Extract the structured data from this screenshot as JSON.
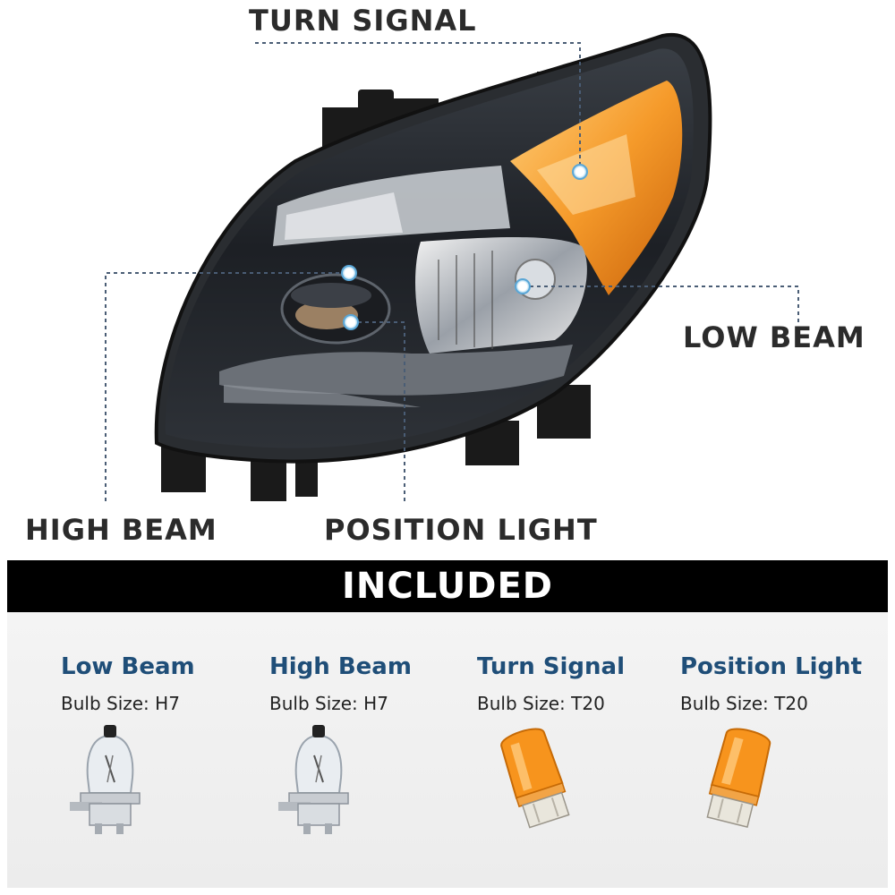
{
  "callouts": {
    "turn_signal": "TURN SIGNAL",
    "low_beam": "LOW BEAM",
    "high_beam": "HIGH BEAM",
    "position_light": "POSITION LIGHT"
  },
  "banner": {
    "title": "INCLUDED"
  },
  "bulbs": [
    {
      "name": "Low Beam",
      "size": "Bulb Size: H7",
      "type": "halogen-h7-bulb-icon"
    },
    {
      "name": "High Beam",
      "size": "Bulb Size: H7",
      "type": "halogen-h7-bulb-icon"
    },
    {
      "name": "Turn Signal",
      "size": "Bulb Size: T20",
      "type": "amber-t20-bulb-icon"
    },
    {
      "name": "Position Light",
      "size": "Bulb Size: T20",
      "type": "amber-t20-bulb-icon"
    }
  ],
  "colors": {
    "title_blue": "#1f4e78",
    "amber": "#f28c1e",
    "banner_bg": "#000000",
    "leader_line": "#4a5d75"
  }
}
